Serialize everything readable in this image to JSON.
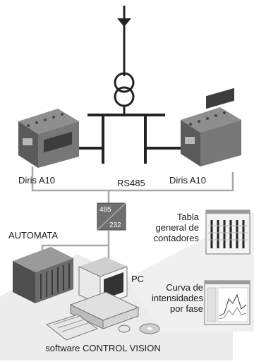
{
  "labels": {
    "meter_left": "Diris A10",
    "meter_right": "Diris A10",
    "bus": "RS485",
    "converter_top": "485",
    "converter_bottom": "232",
    "plc": "AUTOMATA",
    "pc": "PC",
    "table_caption": [
      "Tabla",
      "general de",
      "contadores"
    ],
    "curve_caption": [
      "Curva de",
      "intensidades",
      "por fase"
    ],
    "software": "software CONTROL VISION"
  }
}
